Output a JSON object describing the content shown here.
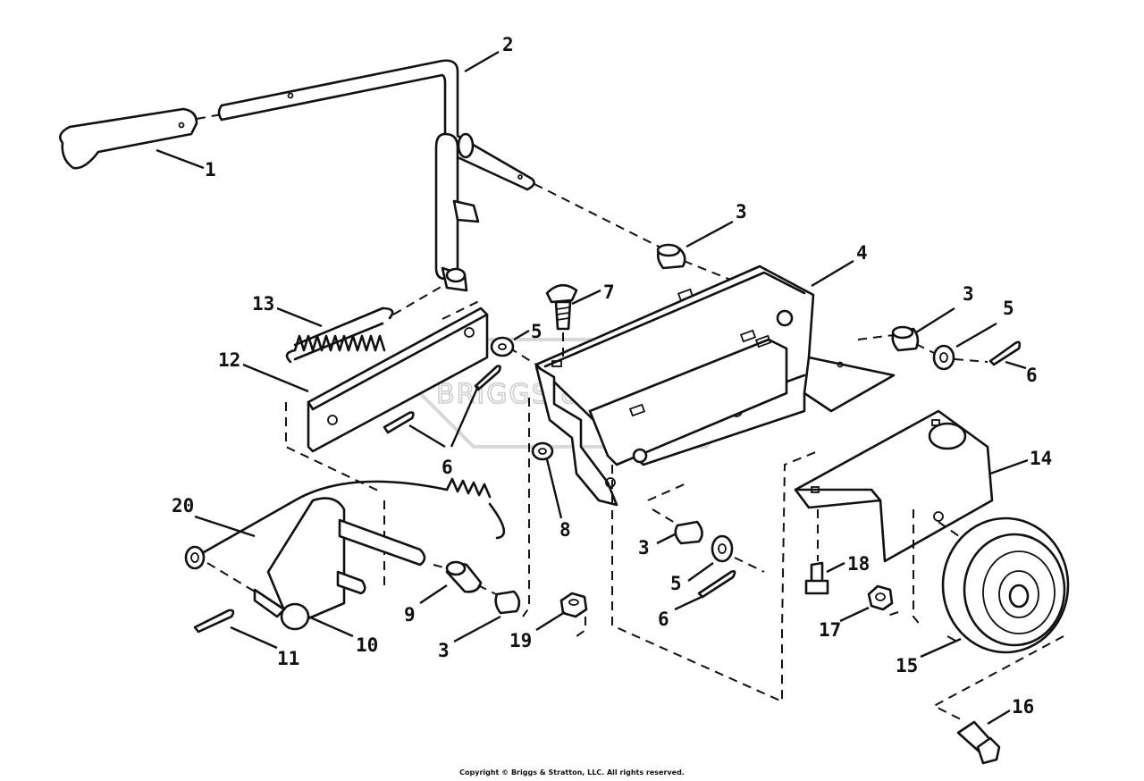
{
  "watermark_text": "BRIGGS & STRATTON",
  "copyright": "Copyright © Briggs & Stratton, LLC. All rights reserved.",
  "callouts": {
    "c1": "1",
    "c2": "2",
    "c3a": "3",
    "c3b": "3",
    "c3c": "3",
    "c3d": "3",
    "c4": "4",
    "c5a": "5",
    "c5b": "5",
    "c5c": "5",
    "c6a": "6",
    "c6b": "6",
    "c6c": "6",
    "c7": "7",
    "c8": "8",
    "c9": "9",
    "c10": "10",
    "c11": "11",
    "c12": "12",
    "c13": "13",
    "c14": "14",
    "c15": "15",
    "c16": "16",
    "c17": "17",
    "c18": "18",
    "c19": "19",
    "c20": "20"
  }
}
